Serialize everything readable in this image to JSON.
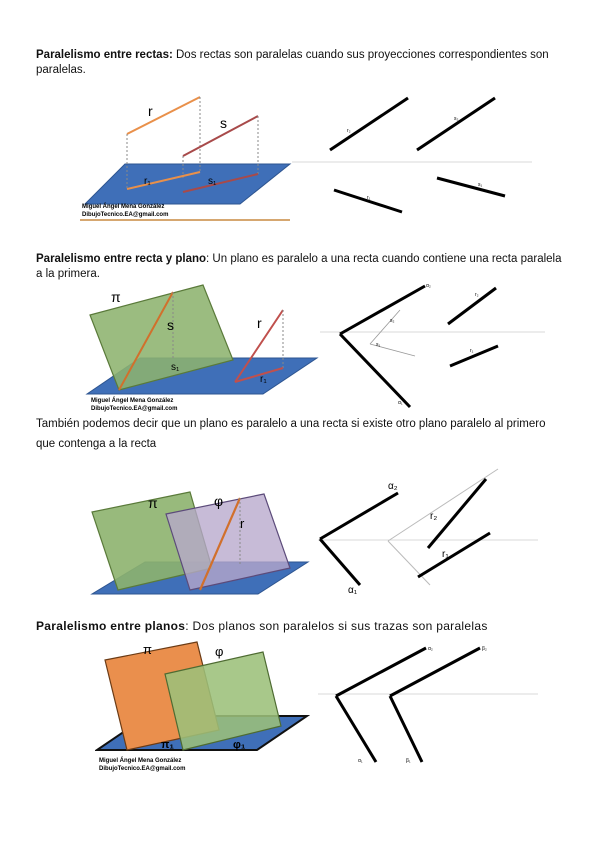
{
  "sections": [
    {
      "title": "Paralelismo entre rectas:",
      "body": " Dos rectas son paralelas cuando sus proyecciones correspondientes son paralelas.",
      "figure_labels": {
        "r": "r",
        "s": "s",
        "r1": "r₁",
        "s1": "s₁",
        "r2_proj": "r₂",
        "s2_proj": "s₂",
        "r1_proj": "r₁",
        "s1_proj": "s₁"
      },
      "credit": [
        "Miguel Ángel Mena González",
        "DibujoTecnico.EA@gmail.com"
      ]
    },
    {
      "title": "Paralelismo entre recta y plano",
      "body": ": Un plano es paralelo a una recta cuando contiene una recta paralela a la primera.",
      "figure_labels": {
        "pi": "π",
        "s": "s",
        "s1": "s₁",
        "r": "r",
        "r1": "r₁",
        "a2": "α₂",
        "a1": "α₁",
        "r2": "r₂",
        "r1p": "r₁",
        "s2": "s₂",
        "s1p": "s₁"
      },
      "credit": [
        "Miguel Ángel Mena González",
        "DibujoTecnico.EA@gmail.com"
      ],
      "extra_text": "También podemos decir que un plano es paralelo a una recta si existe otro plano paralelo al primero que contenga a la recta"
    },
    {
      "figure_labels": {
        "pi": "π",
        "phi": "φ",
        "r": "r",
        "a2": "α₂",
        "a1": "α₁",
        "r2": "r₂",
        "r1": "r₁"
      }
    },
    {
      "title": "Paralelismo entre planos",
      "body": ": Dos planos son paralelos si sus trazas son paralelas",
      "figure_labels": {
        "pi": "π",
        "phi": "φ",
        "pi1": "π₁",
        "phi1": "φ₁",
        "a2": "α₂",
        "b2": "β₂",
        "a1": "α₁",
        "b1": "β₁"
      },
      "credit": [
        "Miguel Ángel Mena González",
        "DibujoTecnico.EA@gmail.com"
      ]
    }
  ]
}
